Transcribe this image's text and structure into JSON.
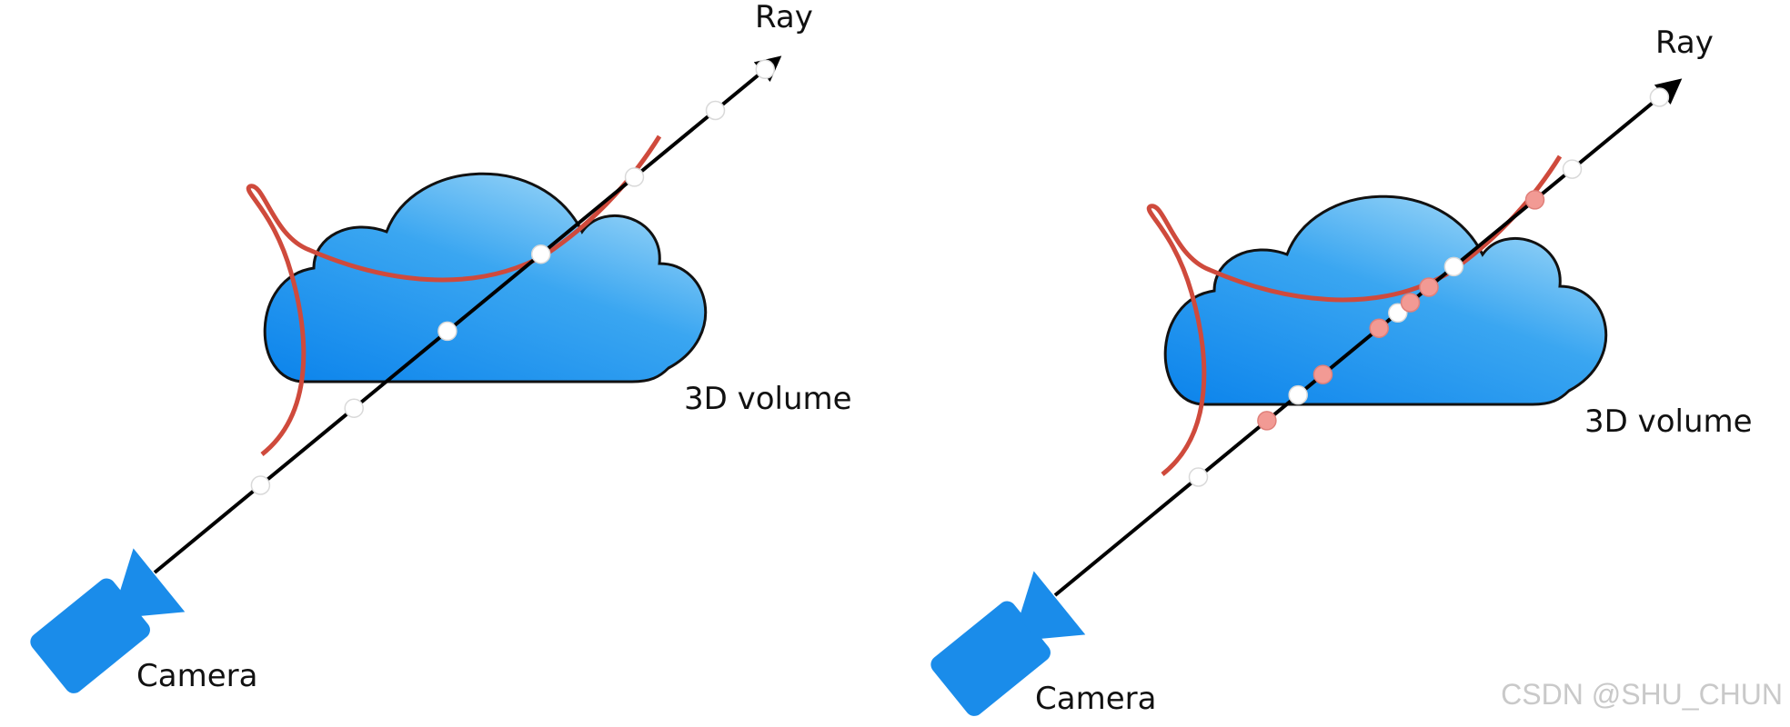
{
  "colors": {
    "ray": "#000000",
    "pdf_curve": "#cf4a3c",
    "cloud_light": "#a8dcf8",
    "cloud_mid": "#3aa6f1",
    "cloud_dark": "#0f86ec",
    "camera": "#1a8cea",
    "sample_uniform": "#ffffff",
    "sample_importance": "#f29a94"
  },
  "panels": [
    {
      "ray_label": "Ray",
      "volume_label": "3D volume",
      "camera_label": "Camera",
      "samples": [
        "coarse",
        "coarse",
        "coarse",
        "coarse",
        "coarse",
        "coarse",
        "coarse"
      ]
    },
    {
      "ray_label": "Ray",
      "volume_label": "3D volume",
      "camera_label": "Camera",
      "samples": [
        "coarse",
        "fine",
        "coarse",
        "fine",
        "fine",
        "coarse",
        "fine",
        "fine",
        "coarse",
        "fine",
        "coarse",
        "coarse"
      ]
    }
  ],
  "watermark": "CSDN @SHU_CHUN"
}
